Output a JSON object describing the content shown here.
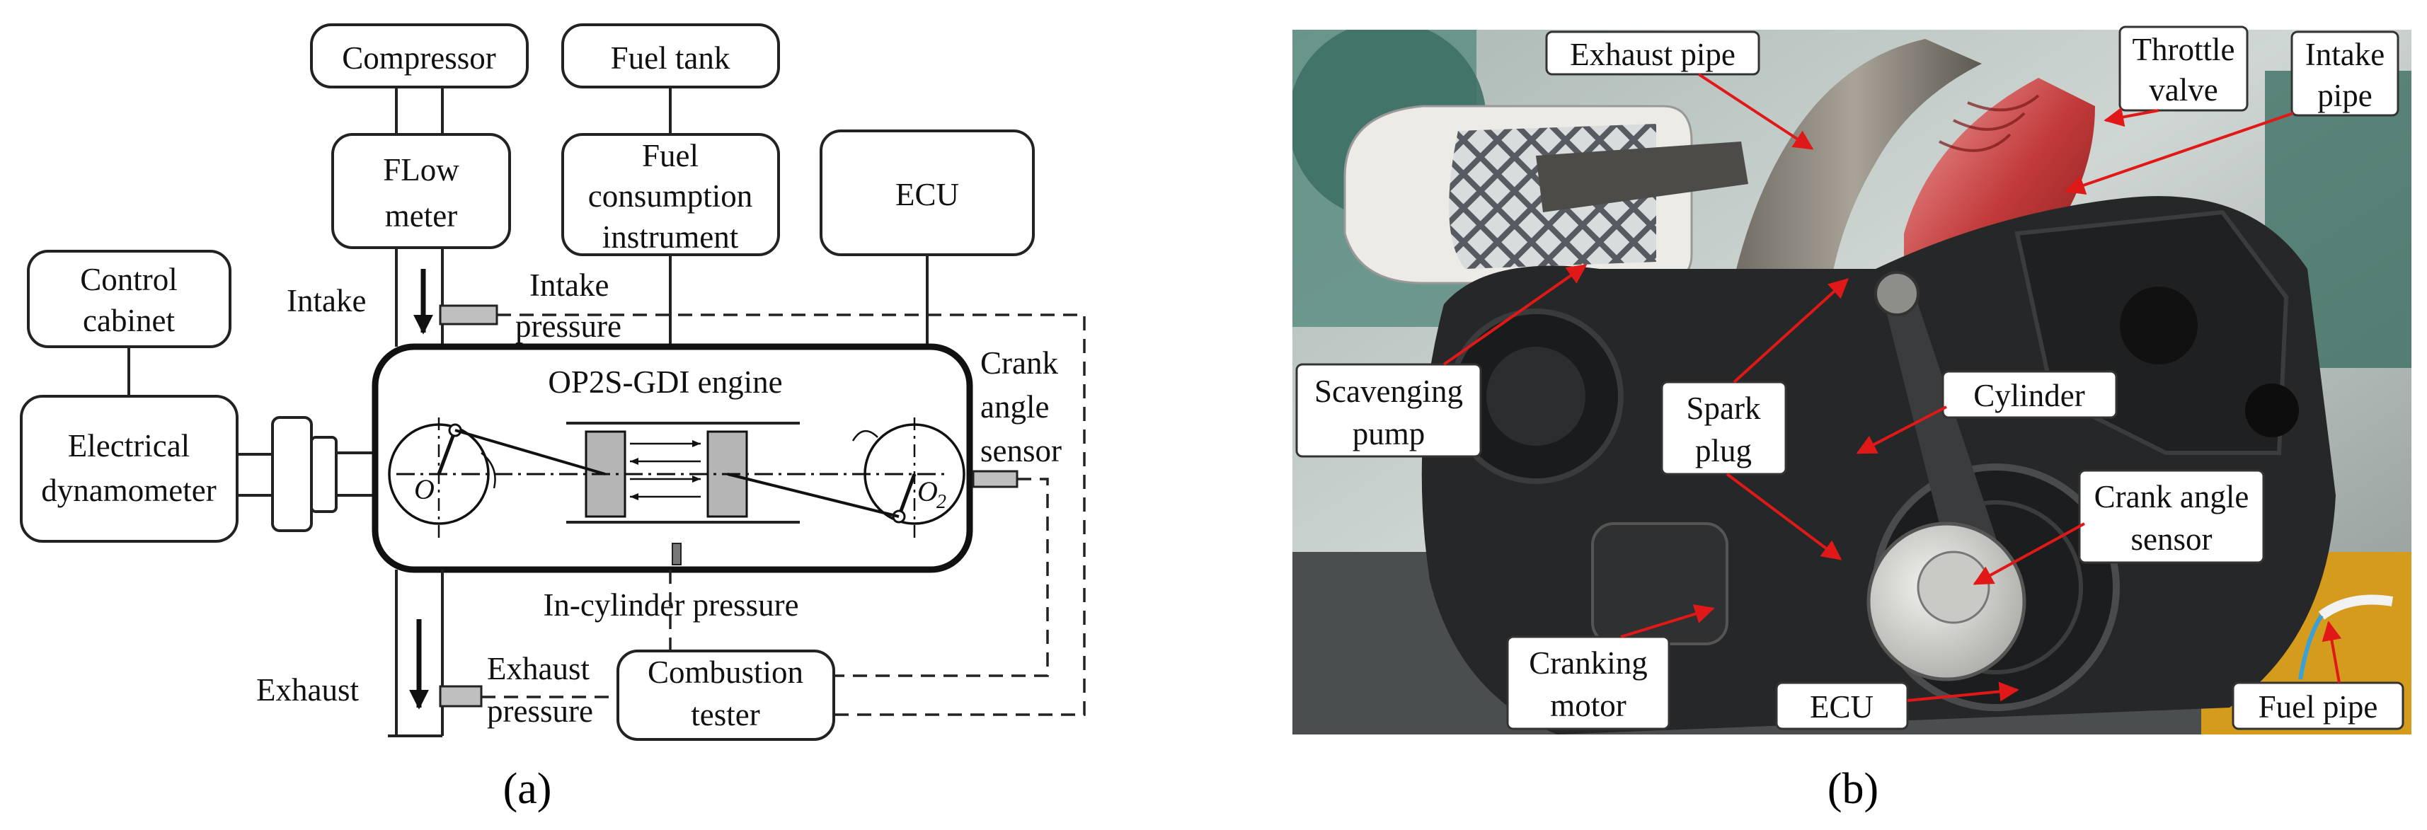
{
  "panel_a": {
    "caption": "(a)",
    "boxes": {
      "compressor": "Compressor",
      "fuel_tank": "Fuel tank",
      "flow_meter": [
        "FLow",
        "meter"
      ],
      "fuel_consumption": [
        "Fuel",
        "consumption",
        "instrument"
      ],
      "ecu": "ECU",
      "control_cabinet": [
        "Control",
        "cabinet"
      ],
      "electrical_dynamometer": [
        "Electrical",
        "dynamometer"
      ],
      "combustion_tester": [
        "Combustion",
        "tester"
      ]
    },
    "labels": {
      "intake": "Intake",
      "intake_pressure": [
        "Intake",
        "pressure"
      ],
      "engine": "OP2S-GDI engine",
      "crank_angle_sensor": [
        "Crank",
        "angle",
        "sensor"
      ],
      "in_cylinder_pressure": "In-cylinder pressure",
      "exhaust": "Exhaust",
      "exhaust_pressure": [
        "Exhaust",
        "pressure"
      ],
      "crank_left": "O",
      "crank_right": "O",
      "crank_right_sub": "2"
    }
  },
  "panel_b": {
    "caption": "(b)",
    "labels": {
      "exhaust_pipe": "Exhaust pipe",
      "throttle_valve": [
        "Throttle",
        "valve"
      ],
      "intake_pipe": [
        "Intake",
        "pipe"
      ],
      "scavenging_pump": [
        "Scavenging",
        "pump"
      ],
      "spark_plug": [
        "Spark",
        "plug"
      ],
      "cylinder": "Cylinder",
      "crank_angle_sensor": [
        "Crank angle",
        "sensor"
      ],
      "cranking_motor": [
        "Cranking",
        "motor"
      ],
      "ecu": "ECU",
      "fuel_pipe": "Fuel pipe"
    }
  }
}
